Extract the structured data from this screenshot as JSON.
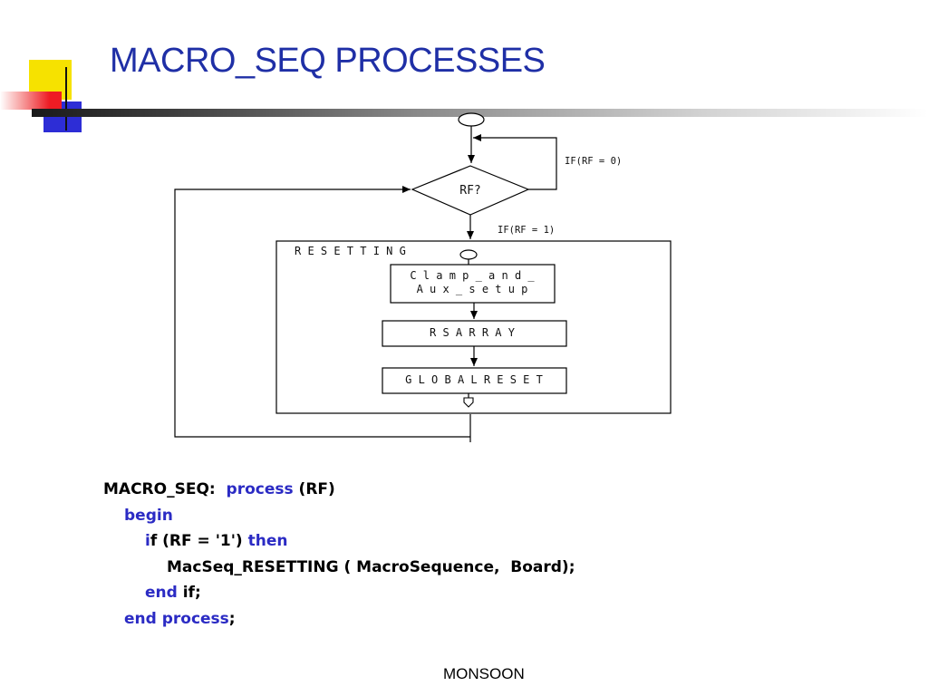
{
  "slide": {
    "title": "MACRO_SEQ PROCESSES",
    "footer": "MONSOON"
  },
  "diagram": {
    "decision_label": "RF?",
    "condition_zero": "IF(RF = 0)",
    "condition_one": "IF(RF = 1)",
    "group_label": "R E S E T T I N G",
    "step1_line1": "C l a m p _ a n d _",
    "step1_line2": "A u x _ s e t u p",
    "step2": "R S A R R A Y",
    "step3": "G L O B A L   R E S E T"
  },
  "code": {
    "line1": {
      "label": "MACRO_SEQ:  ",
      "kw": "process",
      "rest": " (RF)"
    },
    "line2": {
      "kw": "begin"
    },
    "line3": {
      "kw1": "i",
      "mid": "f (RF = '1') ",
      "kw2": "then"
    },
    "line4": {
      "text": "MacSeq_RESETTING ( MacroSequence,  Board);"
    },
    "line5": {
      "kw": "end",
      "rest": " if;"
    },
    "line6": {
      "kw": "end process",
      "rest": ";"
    }
  },
  "colors": {
    "title": "#1f2fa6",
    "keyword": "#2b2bc4",
    "deco_yellow": "#f6e200",
    "deco_red": "#ee1c24",
    "deco_blue": "#2d2dd6"
  }
}
